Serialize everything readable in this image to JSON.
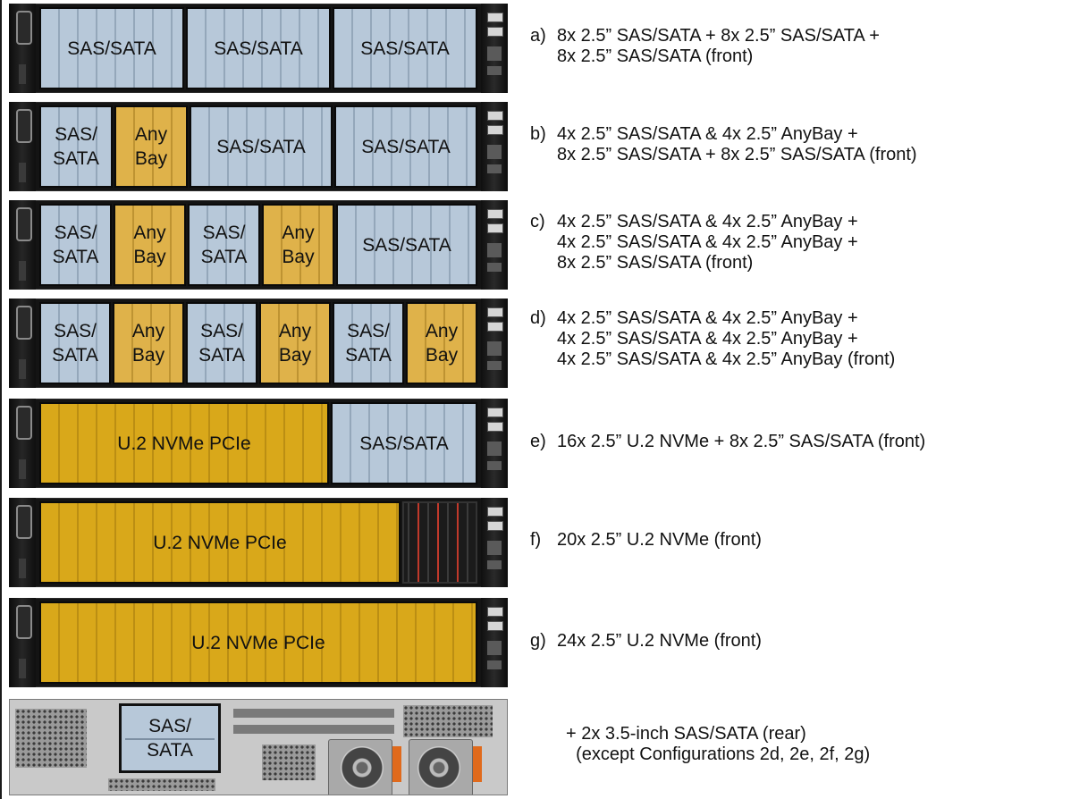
{
  "diagram": {
    "drive_colors": {
      "sas_sata": "#b7c8d9",
      "anybay": "#dfb24a",
      "nvme": "#d9a81a",
      "empty": "#1b1b1b"
    },
    "configs": [
      {
        "letter": "a)",
        "description": [
          "8x 2.5” SAS/SATA + 8x 2.5” SAS/SATA +",
          "8x 2.5” SAS/SATA (front)"
        ],
        "groups": [
          {
            "kind": "sas",
            "bays": 8,
            "label": [
              "SAS/SATA"
            ]
          },
          {
            "kind": "sas",
            "bays": 8,
            "label": [
              "SAS/SATA"
            ]
          },
          {
            "kind": "sas",
            "bays": 8,
            "label": [
              "SAS/SATA"
            ]
          }
        ]
      },
      {
        "letter": "b)",
        "description": [
          "4x 2.5” SAS/SATA & 4x 2.5” AnyBay +",
          "8x 2.5” SAS/SATA + 8x 2.5” SAS/SATA (front)"
        ],
        "groups": [
          {
            "kind": "sas",
            "bays": 4,
            "label": [
              "SAS/",
              "SATA"
            ]
          },
          {
            "kind": "anybay",
            "bays": 4,
            "label": [
              "Any",
              "Bay"
            ]
          },
          {
            "kind": "sas",
            "bays": 8,
            "label": [
              "SAS/SATA"
            ]
          },
          {
            "kind": "sas",
            "bays": 8,
            "label": [
              "SAS/SATA"
            ]
          }
        ]
      },
      {
        "letter": "c)",
        "description": [
          "4x 2.5” SAS/SATA & 4x 2.5” AnyBay +",
          "4x 2.5” SAS/SATA & 4x 2.5” AnyBay +",
          "8x 2.5” SAS/SATA (front)"
        ],
        "groups": [
          {
            "kind": "sas",
            "bays": 4,
            "label": [
              "SAS/",
              "SATA"
            ]
          },
          {
            "kind": "anybay",
            "bays": 4,
            "label": [
              "Any",
              "Bay"
            ]
          },
          {
            "kind": "sas",
            "bays": 4,
            "label": [
              "SAS/",
              "SATA"
            ]
          },
          {
            "kind": "anybay",
            "bays": 4,
            "label": [
              "Any",
              "Bay"
            ]
          },
          {
            "kind": "sas",
            "bays": 8,
            "label": [
              "SAS/SATA"
            ]
          }
        ]
      },
      {
        "letter": "d)",
        "description": [
          "4x 2.5” SAS/SATA & 4x 2.5” AnyBay +",
          "4x 2.5” SAS/SATA & 4x 2.5” AnyBay +",
          "4x 2.5” SAS/SATA & 4x 2.5” AnyBay (front)"
        ],
        "groups": [
          {
            "kind": "sas",
            "bays": 4,
            "label": [
              "SAS/",
              "SATA"
            ]
          },
          {
            "kind": "anybay",
            "bays": 4,
            "label": [
              "Any",
              "Bay"
            ]
          },
          {
            "kind": "sas",
            "bays": 4,
            "label": [
              "SAS/",
              "SATA"
            ]
          },
          {
            "kind": "anybay",
            "bays": 4,
            "label": [
              "Any",
              "Bay"
            ]
          },
          {
            "kind": "sas",
            "bays": 4,
            "label": [
              "SAS/",
              "SATA"
            ]
          },
          {
            "kind": "anybay",
            "bays": 4,
            "label": [
              "Any",
              "Bay"
            ]
          }
        ]
      },
      {
        "letter": "e)",
        "description": [
          "16x 2.5” U.2 NVMe + 8x 2.5” SAS/SATA (front)"
        ],
        "groups": [
          {
            "kind": "nvme",
            "bays": 16,
            "label": [
              "U.2 NVMe PCIe"
            ]
          },
          {
            "kind": "sas",
            "bays": 8,
            "label": [
              "SAS/SATA"
            ]
          }
        ]
      },
      {
        "letter": "f)",
        "description": [
          "20x 2.5” U.2 NVMe (front)"
        ],
        "groups": [
          {
            "kind": "nvme",
            "bays": 20,
            "label": [
              "U.2 NVMe PCIe"
            ]
          },
          {
            "kind": "empty",
            "bays": 4,
            "label": []
          }
        ]
      },
      {
        "letter": "g)",
        "description": [
          "24x 2.5” U.2 NVMe (front)"
        ],
        "groups": [
          {
            "kind": "nvme",
            "bays": 24,
            "label": [
              "U.2 NVMe PCIe"
            ]
          }
        ]
      }
    ],
    "rear": {
      "cage_label": [
        "SAS/",
        "SATA"
      ],
      "description": [
        "+ 2x 3.5-inch SAS/SATA (rear)",
        "  (except Configurations 2d, 2e, 2f, 2g)"
      ]
    }
  }
}
